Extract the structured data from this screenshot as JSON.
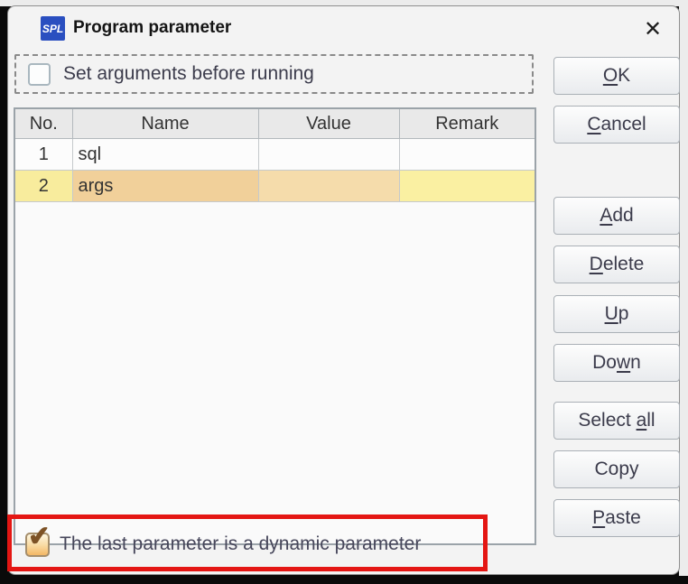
{
  "window": {
    "title": "Program parameter",
    "app_icon_text": "SPL",
    "app_icon_color": "#2a4fc0",
    "close_glyph": "✕"
  },
  "args_group": {
    "label": "Set arguments before running",
    "checked": false
  },
  "table": {
    "columns": [
      "No.",
      "Name",
      "Value",
      "Remark"
    ],
    "rows": [
      {
        "no": "1",
        "name": "sql",
        "value": "",
        "remark": ""
      },
      {
        "no": "2",
        "name": "args",
        "value": "",
        "remark": ""
      }
    ],
    "selected_row_no": "2",
    "highlight_yellow": "#f8ec9d",
    "highlight_orange": "#f1d09a"
  },
  "buttons": {
    "ok": {
      "pre": "",
      "key": "O",
      "post": "K"
    },
    "cancel": {
      "pre": "",
      "key": "C",
      "post": "ancel"
    },
    "add": {
      "pre": "",
      "key": "A",
      "post": "dd"
    },
    "delete": {
      "pre": "",
      "key": "D",
      "post": "elete"
    },
    "up": {
      "pre": "",
      "key": "U",
      "post": "p"
    },
    "down": {
      "pre": "Do",
      "key": "w",
      "post": "n"
    },
    "select_all": {
      "pre": "Select ",
      "key": "a",
      "post": "ll"
    },
    "copy": {
      "pre": "Copy",
      "key": "",
      "post": ""
    },
    "paste": {
      "pre": "",
      "key": "P",
      "post": "aste"
    }
  },
  "dynamic_param": {
    "label": "The last parameter is a dynamic parameter",
    "checked": true,
    "checkmark_glyph": "✔"
  },
  "annotation": {
    "type": "red-rectangle",
    "color": "#e41613"
  }
}
